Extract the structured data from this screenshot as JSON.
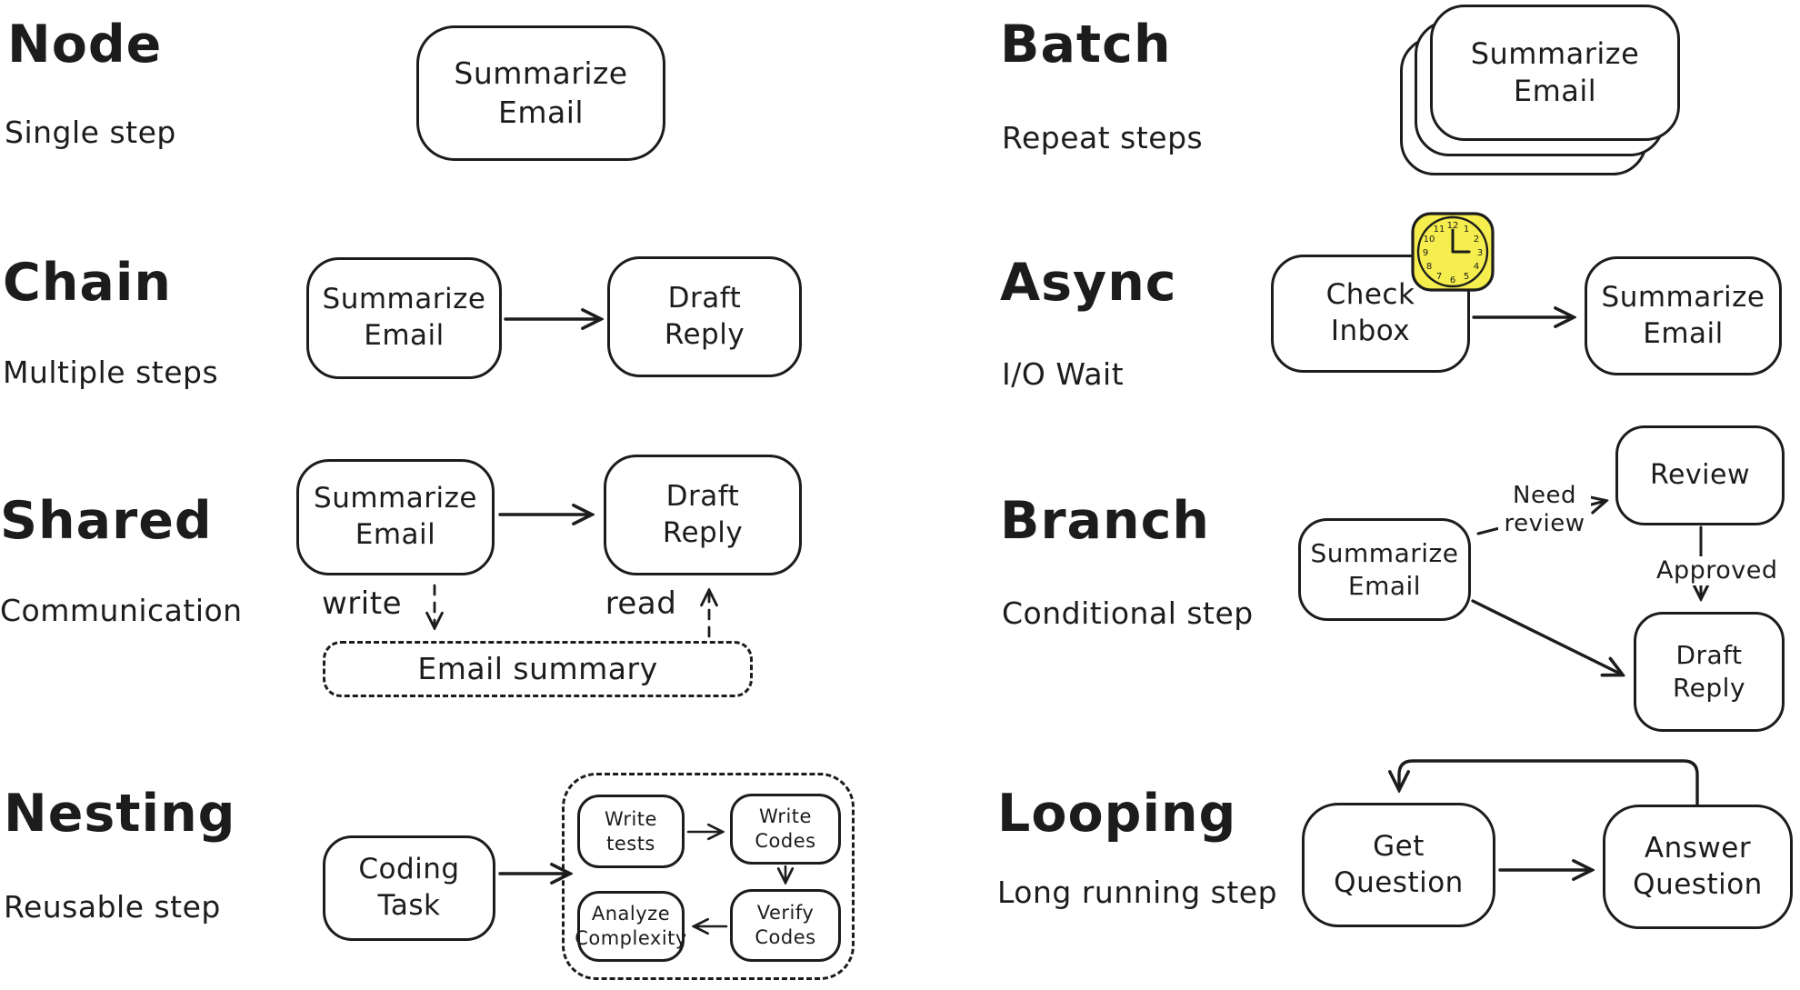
{
  "colors": {
    "ink": "#1c1c1c",
    "paper": "#ffffff",
    "clock_fill": "#f5ee4e"
  },
  "node": {
    "title": "Node",
    "subtitle": "Single step",
    "step": "Summarize\nEmail"
  },
  "chain": {
    "title": "Chain",
    "subtitle": "Multiple steps",
    "step1": "Summarize\nEmail",
    "step2": "Draft\nReply"
  },
  "shared": {
    "title": "Shared",
    "subtitle": "Communication",
    "step1": "Summarize\nEmail",
    "step2": "Draft\nReply",
    "write_label": "write",
    "read_label": "read",
    "store": "Email summary"
  },
  "nesting": {
    "title": "Nesting",
    "subtitle": "Reusable step",
    "outer_step": "Coding\nTask",
    "inner1": "Write\ntests",
    "inner2": "Write\nCodes",
    "inner3": "Analyze\nComplexity",
    "inner4": "Verify\nCodes"
  },
  "batch": {
    "title": "Batch",
    "subtitle": "Repeat steps",
    "step": "Summarize\nEmail"
  },
  "async": {
    "title": "Async",
    "subtitle": "I/O Wait",
    "step1": "Check\nInbox",
    "step2": "Summarize\nEmail",
    "clock_numbers": [
      "12",
      "1",
      "2",
      "3",
      "4",
      "5",
      "6",
      "7",
      "8",
      "9",
      "10",
      "11"
    ]
  },
  "branch": {
    "title": "Branch",
    "subtitle": "Conditional step",
    "source": "Summarize\nEmail",
    "review": "Review",
    "target": "Draft\nReply",
    "edge_need": "Need\nreview",
    "edge_approved": "Approved"
  },
  "looping": {
    "title": "Looping",
    "subtitle": "Long running step",
    "step1": "Get\nQuestion",
    "step2": "Answer\nQuestion"
  }
}
